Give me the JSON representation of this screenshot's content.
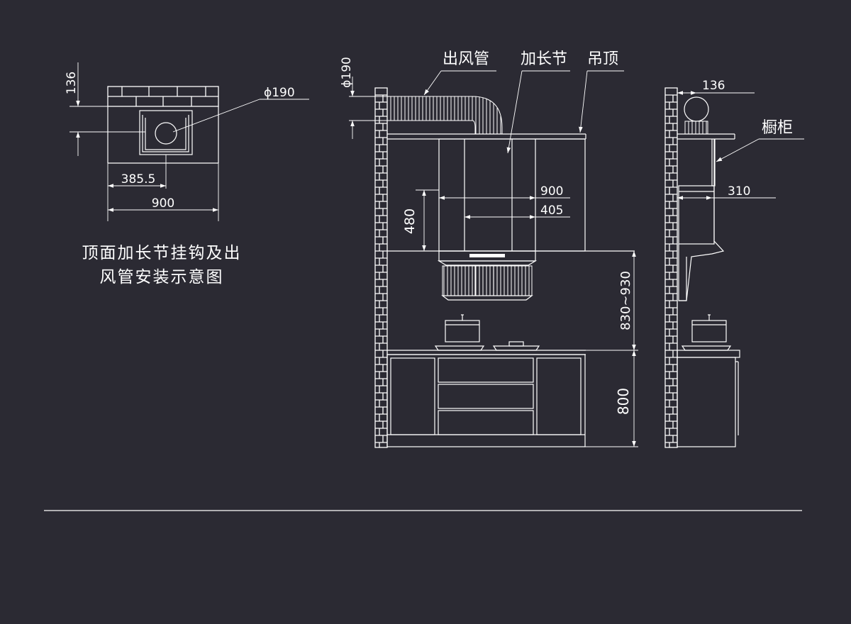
{
  "colors": {
    "background": "#2b2a33",
    "line": "#ffffff"
  },
  "top_view": {
    "dim_height": "136",
    "dim_diameter": "ϕ190",
    "dim_offset": "385.5",
    "dim_width": "900",
    "caption_line1": "顶面加长节挂钩及出",
    "caption_line2": "风管安装示意图"
  },
  "front_view": {
    "label_duct": "出风管",
    "label_extension": "加长节",
    "label_ceiling": "吊顶",
    "dim_duct": "ϕ190",
    "dim_width_outer": "900",
    "dim_width_inner": "405",
    "dim_height_extension": "480",
    "dim_hood_height": "830~930",
    "dim_counter_height": "800"
  },
  "side_view": {
    "dim_duct": "136",
    "label_cabinet": "橱柜",
    "dim_depth": "310"
  }
}
